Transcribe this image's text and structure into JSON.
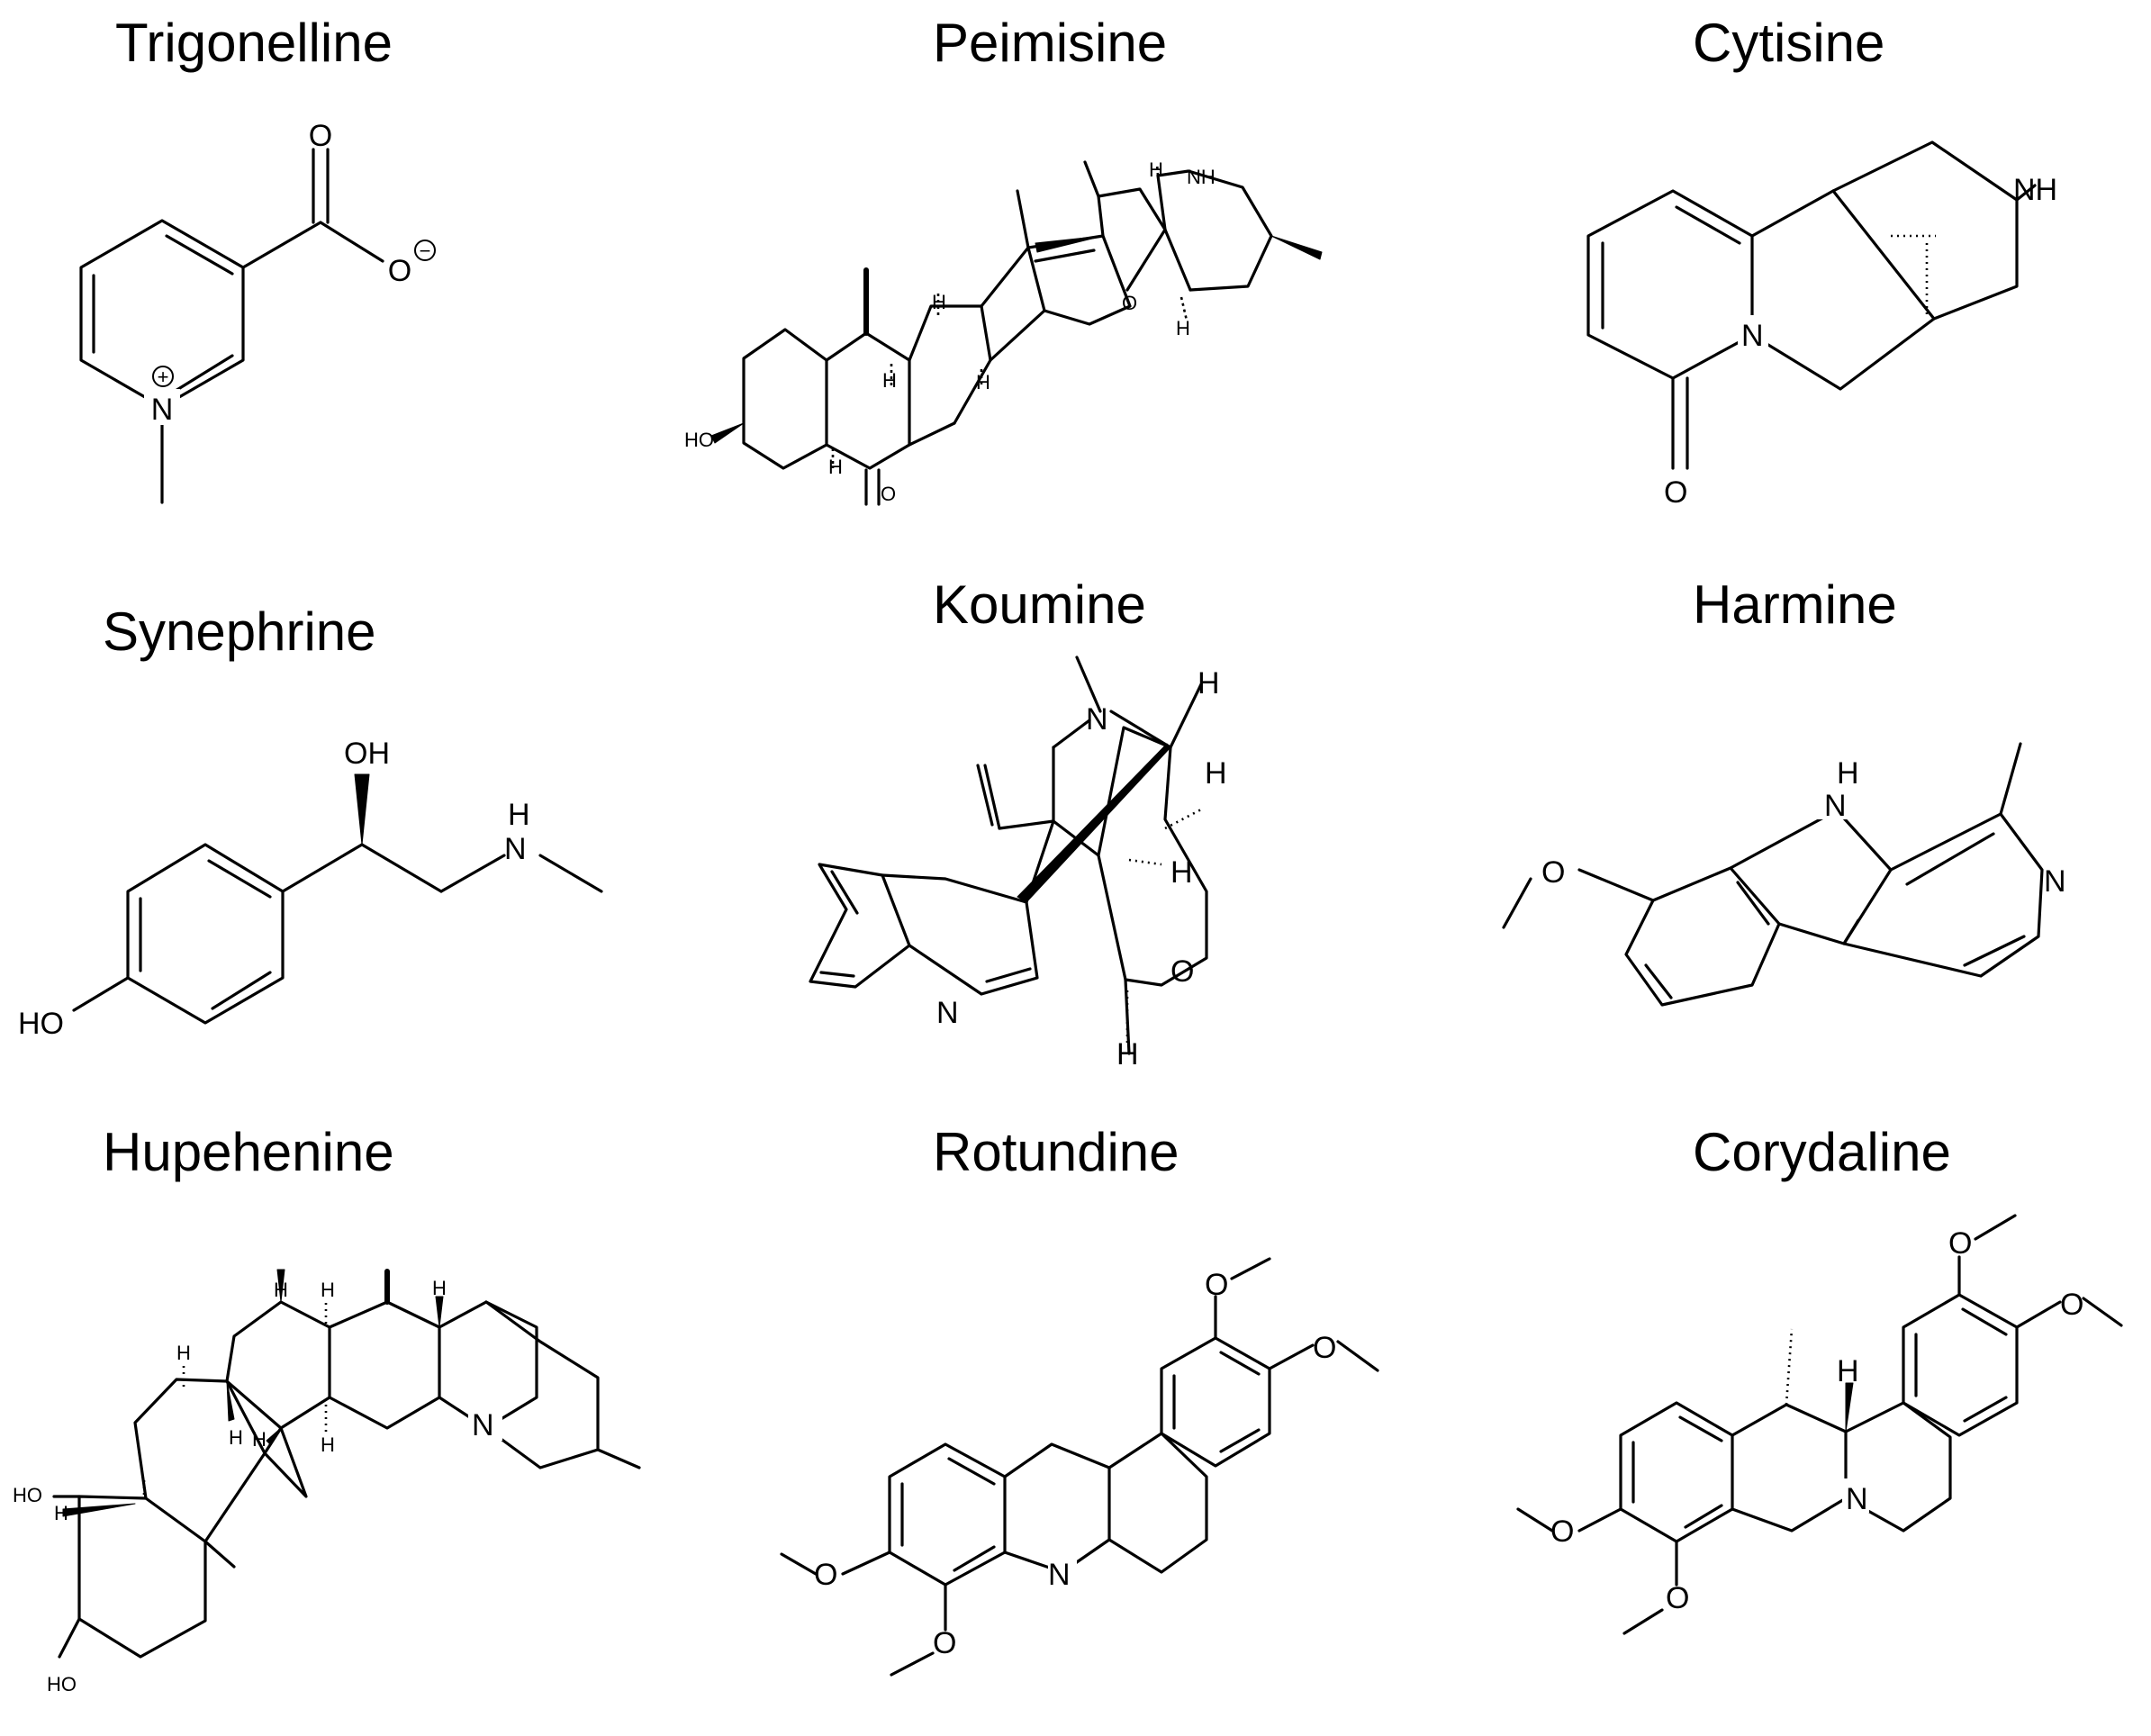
{
  "figure": {
    "compounds": [
      {
        "name": "Trigonelline"
      },
      {
        "name": "Peimisine"
      },
      {
        "name": "Cytisine"
      },
      {
        "name": "Synephrine"
      },
      {
        "name": "Koumine"
      },
      {
        "name": "Harmine"
      },
      {
        "name": "Hupehenine"
      },
      {
        "name": "Rotundine"
      },
      {
        "name": "Corydaline"
      }
    ],
    "atom_labels": {
      "O": "O",
      "O_minus": "O",
      "minus_charge": "−",
      "N": "N",
      "plus_charge": "+",
      "NH": "NH",
      "HN": "HN",
      "H_N": "N",
      "H": "H",
      "OH": "OH",
      "HO": "HO"
    },
    "colors": {
      "line": "#000000",
      "background": "#ffffff"
    }
  }
}
